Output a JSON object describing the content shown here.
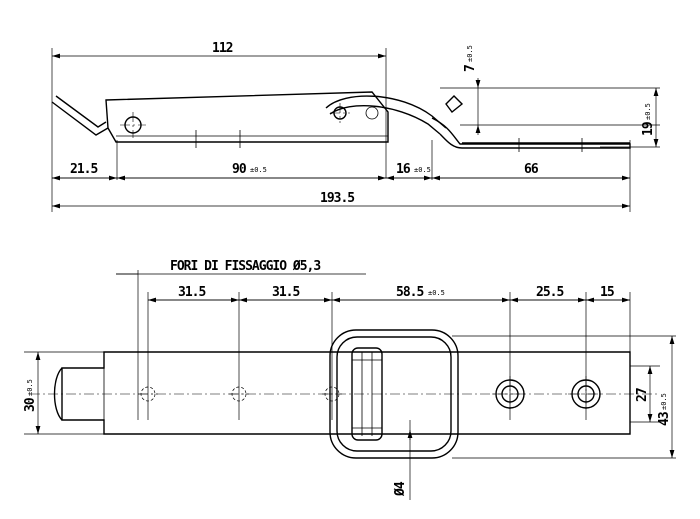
{
  "side_view": {
    "dims": {
      "overall_width": "112",
      "lever_lift": "7",
      "lever_lift_tol": "±0.5",
      "height": "19",
      "height_tol": "±0.5",
      "left_hook": "21.5",
      "body_length": "90",
      "body_length_tol": "±0.5",
      "catch_gap": "16",
      "catch_gap_tol": "±0.5",
      "catch_plate": "66",
      "total_length": "193.5"
    }
  },
  "plan_view": {
    "holes_label": "FORI DI FISSAGGIO Ø5,3",
    "dims": {
      "pitch_1": "31.5",
      "pitch_2": "31.5",
      "span": "58.5",
      "span_tol": "±0.5",
      "hole_pitch": "25.5",
      "edge": "15",
      "width": "30",
      "width_tol": "±0.5",
      "plate_width": "27",
      "overall_width": "43",
      "overall_width_tol": "±0.5",
      "pin_dia": "Ø4"
    }
  }
}
